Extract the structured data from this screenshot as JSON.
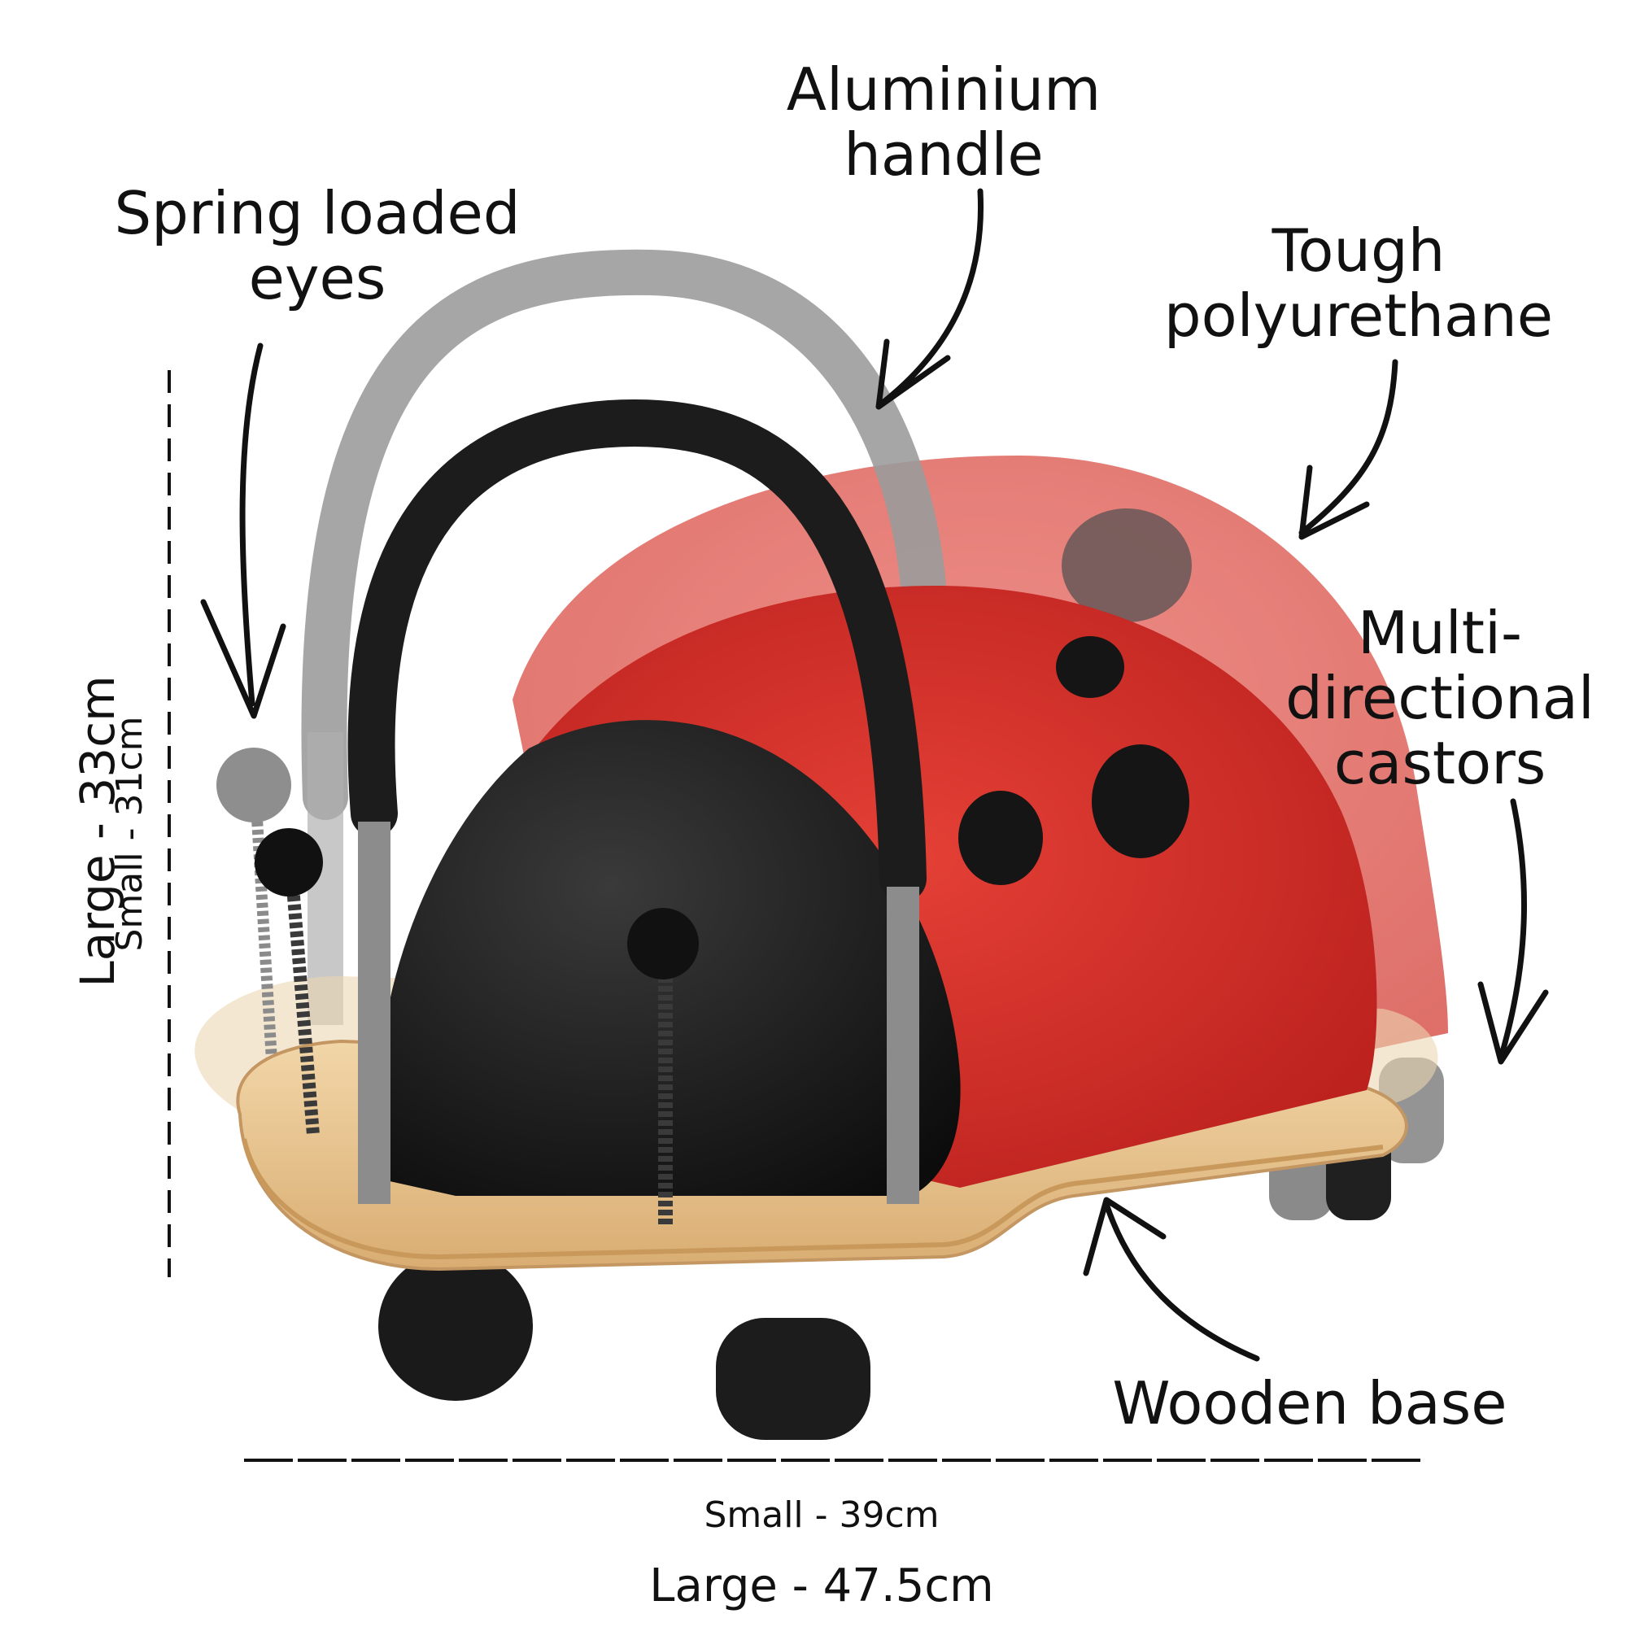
{
  "callouts": {
    "handle": {
      "line1": "Aluminium",
      "line2": "handle"
    },
    "eyes": {
      "line1": "Spring loaded",
      "line2": "eyes"
    },
    "shell": {
      "line1": "Tough",
      "line2": "polyurethane"
    },
    "castors": {
      "line1": "Multi-",
      "line2": "directional",
      "line3": "castors"
    },
    "base": {
      "line1": "Wooden base"
    }
  },
  "dimensions": {
    "height_large": "Large - 33cm",
    "height_small": "Small - 31cm",
    "width_small": "Small - 39cm",
    "width_large": "Large - 47.5cm"
  },
  "colors": {
    "shell_red": "#d8342c",
    "shell_red_back": "#e2605a",
    "black": "#111111",
    "wood": "#e7c28f",
    "handle_grey": "#7d7d7d",
    "handle_black": "#1c1c1c"
  }
}
